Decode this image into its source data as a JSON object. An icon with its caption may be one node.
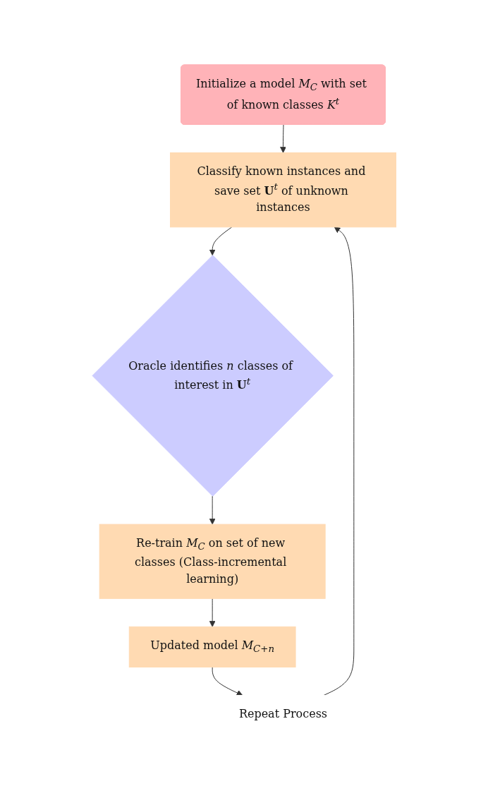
{
  "diagram": {
    "nodes": [
      {
        "text": [
          "Initialize a model *M*$_{C}$ with set of known classes *K*$^{t}$"
        ]
      },
      {
        "text": [
          "Classify known instances and save set **U**$^{t}$ of unknown instances"
        ]
      },
      {
        "text": [
          "Oracle identifies *n* classes of interest in **U**$^{t}$"
        ]
      },
      {
        "text": [
          "Re-train *M*$_{C}$ on set of new classes (Class-incremental learning)"
        ]
      },
      {
        "text": [
          "Updated model *M*$_{C+n}$"
        ]
      },
      {
        "text": [
          "Repeat Process"
        ]
      }
    ],
    "edges": [
      {
        "from": 0,
        "to": 1,
        "arrow": "to"
      },
      {
        "from": 1,
        "to": 2,
        "arrow": "to"
      },
      {
        "from": 2,
        "to": 3,
        "arrow": "to"
      },
      {
        "from": 3,
        "to": 4,
        "arrow": "to"
      },
      {
        "from": 4,
        "to": 5,
        "arrow": "to"
      },
      {
        "from": 5,
        "to": 1,
        "arrow": "to"
      }
    ]
  }
}
